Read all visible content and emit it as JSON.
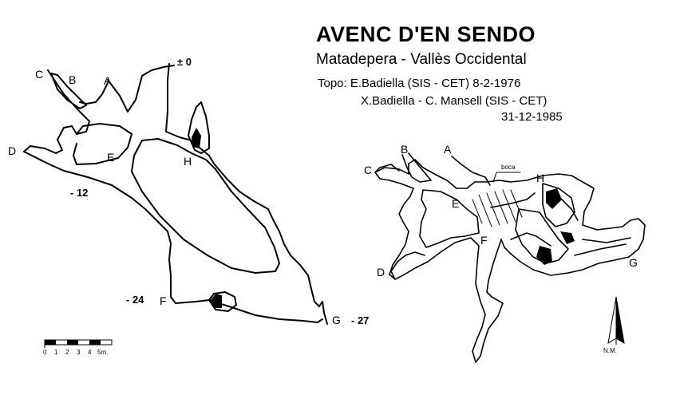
{
  "header": {
    "title": "AVENC D'EN SENDO",
    "subtitle": "Matadepera - Vallès Occidental",
    "credit_line1": "Topo: E.Badiella (SIS - CET) 8-2-1976",
    "credit_line2": "X.Badiella - C. Mansell (SIS - CET)",
    "credit_line3": "31-12-1985"
  },
  "section_view": {
    "labels": {
      "a": "A",
      "b": "B",
      "c": "C",
      "d": "D",
      "e": "E",
      "f": "F",
      "g": "G",
      "h": "H"
    },
    "depths": {
      "surface": "± 0",
      "mid": "- 12",
      "lower": "- 24",
      "bottom": "- 27"
    }
  },
  "plan_view": {
    "labels": {
      "a": "A",
      "b": "B",
      "c": "C",
      "d": "D",
      "e": "E",
      "f": "F",
      "g": "G",
      "h": "H"
    },
    "entrance_label": "boca"
  },
  "scale_bar": {
    "ticks": [
      "0",
      "1",
      "2",
      "3",
      "4",
      "5m."
    ]
  },
  "north_arrow": {
    "label": "N.M."
  }
}
